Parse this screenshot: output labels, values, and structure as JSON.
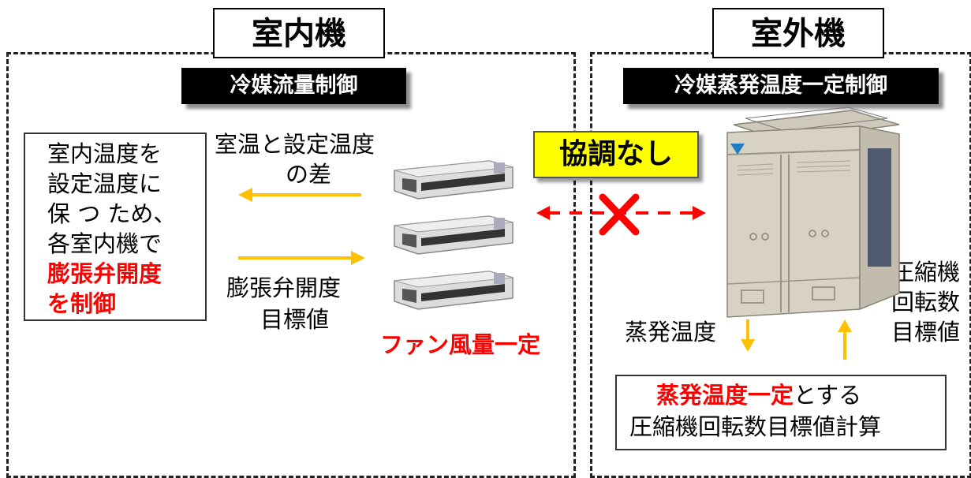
{
  "indoor": {
    "title": "室内機",
    "label": "冷媒流量制御",
    "left_box": {
      "line1": "室内温度を",
      "line2": "設定温度に",
      "line3": "保 つ ため、",
      "line4": "各室内機で",
      "line5_red": "膨張弁開度",
      "line6_red": "を制御"
    },
    "arrow_left_text": {
      "line1": "室温と設定温度",
      "line2": "の差"
    },
    "arrow_right_text": {
      "line1": "膨張弁開度",
      "line2": "目標値"
    },
    "fan_note": "ファン風量一定"
  },
  "outdoor": {
    "title": "室外機",
    "label": "冷媒蒸発温度一定制御",
    "right_text": {
      "line1": "圧縮機",
      "line2": "回転数",
      "line3": "目標値"
    },
    "evap_label": "蒸発温度",
    "bottom_box": {
      "red_part": "蒸発温度一定",
      "rest_part": "とする",
      "line2": "圧縮機回転数目標値計算"
    }
  },
  "coordination": {
    "label": "協調なし"
  },
  "colors": {
    "accent_arrow": "#ffc000",
    "red": "#ff0000",
    "yellow": "#ffff00"
  }
}
